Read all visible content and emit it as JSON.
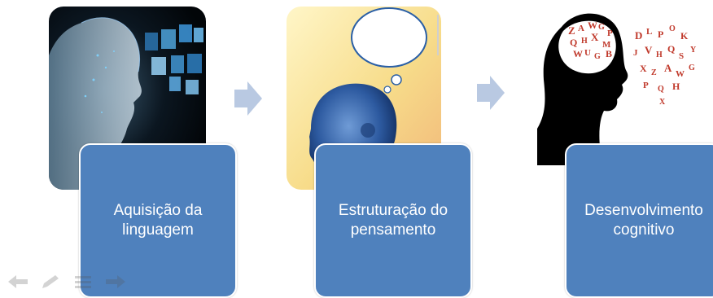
{
  "steps": [
    {
      "label": "Aquisição da linguagem"
    },
    {
      "label": "Estruturação do pensamento"
    },
    {
      "label": "Desenvolvimento cognitivo"
    }
  ],
  "images": [
    {
      "icon": "digital-head-image"
    },
    {
      "icon": "thought-bubble-head-image"
    },
    {
      "icon": "letters-head-silhouette-image"
    }
  ],
  "colors": {
    "box": "#4f81bd",
    "arrow": "#b9c9e2",
    "letters": "#c0392b"
  },
  "letter_glyphs": "ZAWGPQHXMWUGBDLPOKJVHQSYX",
  "navigation_icons": [
    "back-arrow-icon",
    "pen-icon",
    "menu-icon",
    "forward-arrow-icon"
  ]
}
